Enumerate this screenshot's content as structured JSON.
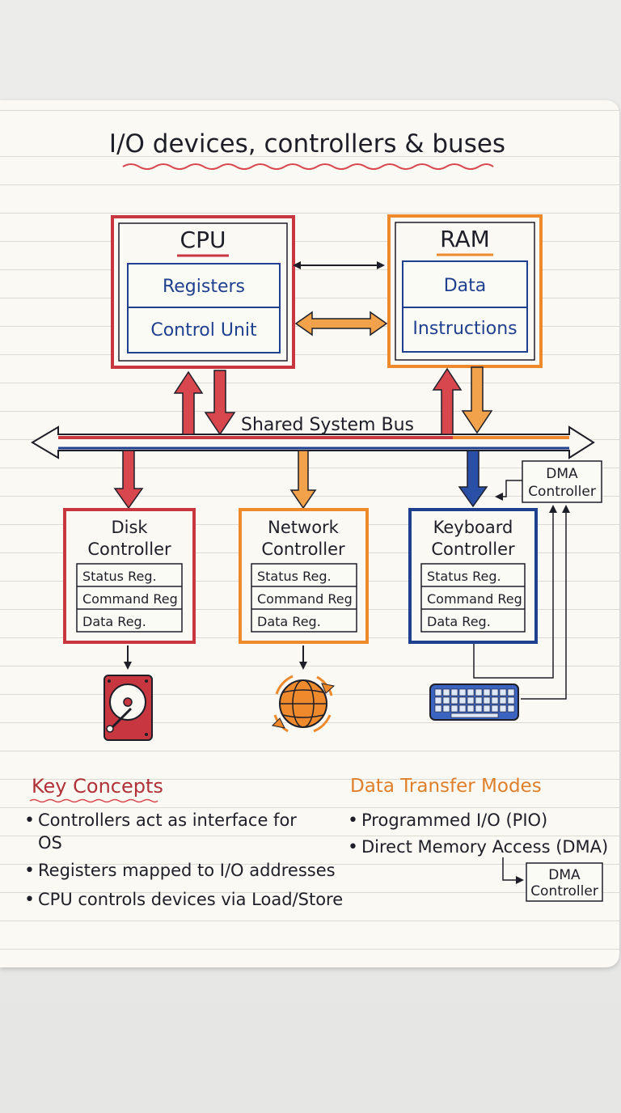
{
  "title": "I/O devices, controllers & buses",
  "cpu": {
    "label": "CPU",
    "registers": "Registers",
    "control_unit": "Control Unit"
  },
  "ram": {
    "label": "RAM",
    "data": "Data",
    "instructions": "Instructions"
  },
  "bus": {
    "label": "Shared System Bus"
  },
  "dma_top": {
    "line1": "DMA",
    "line2": "Controller"
  },
  "controllers": [
    {
      "line1": "Disk",
      "line2": "Controller",
      "regs": [
        "Status Reg.",
        "Command Reg",
        "Data Reg."
      ]
    },
    {
      "line1": "Network",
      "line2": "Controller",
      "regs": [
        "Status Reg.",
        "Command Reg",
        "Data Reg."
      ]
    },
    {
      "line1": "Keyboard",
      "line2": "Controller",
      "regs": [
        "Status Reg.",
        "Command Reg",
        "Data Reg."
      ]
    }
  ],
  "icons": {
    "disk": "hard-disk-icon",
    "network": "globe-network-icon",
    "keyboard": "keyboard-icon"
  },
  "key_concepts": {
    "heading": "Key Concepts",
    "items": [
      {
        "line1": "Controllers act as interface for",
        "line2": "OS"
      },
      {
        "line1": "Registers mapped to I/O addresses",
        "line2": ""
      },
      {
        "line1": "CPU controls devices via Load/Store",
        "line2": ""
      }
    ]
  },
  "transfer_modes": {
    "heading": "Data Transfer Modes",
    "items": [
      "Programmed I/O (PIO)",
      "Direct Memory Access (DMA)"
    ]
  },
  "dma_bottom": {
    "line1": "DMA",
    "line2": "Controller"
  },
  "colors": {
    "red": "#c8373f",
    "orange": "#ee8a2c",
    "blue": "#1f3f8f",
    "ink": "#1e1e28"
  }
}
